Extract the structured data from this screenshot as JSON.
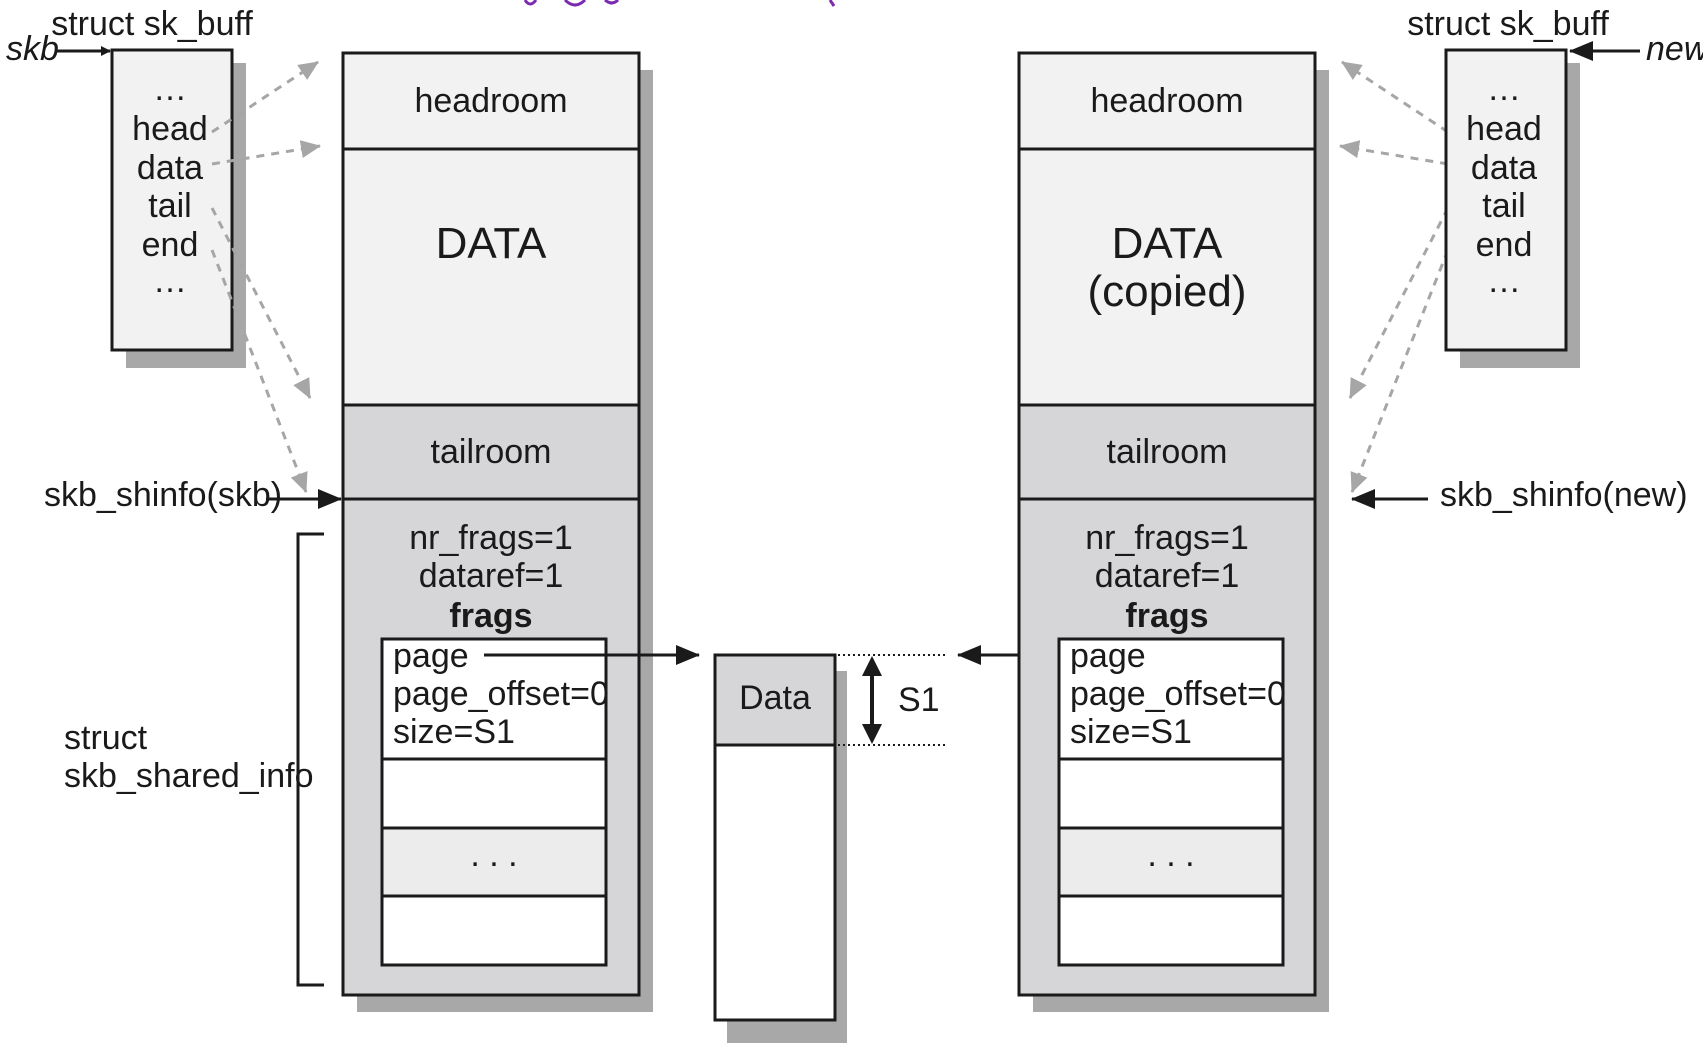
{
  "colors": {
    "box_fill": "#f1f2f1",
    "shaded_fill": "#d6d6d8",
    "outline": "#1a1a1a",
    "shadow": "#a8a8a8",
    "dashed_arrow": "#a6a6a6",
    "top_fragment": "#7a2bb0"
  },
  "left_struct": {
    "title": "struct sk_buff",
    "pointer": "skb",
    "ellipsis_top": "…",
    "fields": [
      "head",
      "data",
      "tail",
      "end"
    ],
    "ellipsis_bottom": "…"
  },
  "right_struct": {
    "title": "struct sk_buff",
    "pointer": "new",
    "ellipsis_top": "…",
    "fields": [
      "head",
      "data",
      "tail",
      "end"
    ],
    "ellipsis_bottom": "…"
  },
  "left_buffer": {
    "headroom": "headroom",
    "data": "DATA",
    "tailroom": "tailroom",
    "nr_frags": "nr_frags=1",
    "dataref": "dataref=1",
    "frags": "frags",
    "frag_page": "page",
    "frag_offset": "page_offset=0",
    "frag_size": "size=S1",
    "frag_dots": ". . ."
  },
  "right_buffer": {
    "headroom": "headroom",
    "data_line1": "DATA",
    "data_line2": "(copied)",
    "tailroom": "tailroom",
    "nr_frags": "nr_frags=1",
    "dataref": "dataref=1",
    "frags": "frags",
    "frag_page": "page",
    "frag_offset": "page_offset=0",
    "frag_size": "size=S1",
    "frag_dots": ". . ."
  },
  "labels": {
    "shinfo_left": "skb_shinfo(skb)",
    "shinfo_right": "skb_shinfo(new)",
    "shared_info_line1": "struct",
    "shared_info_line2": "skb_shared_info"
  },
  "page_block": {
    "label": "Data",
    "size_label": "S1"
  }
}
